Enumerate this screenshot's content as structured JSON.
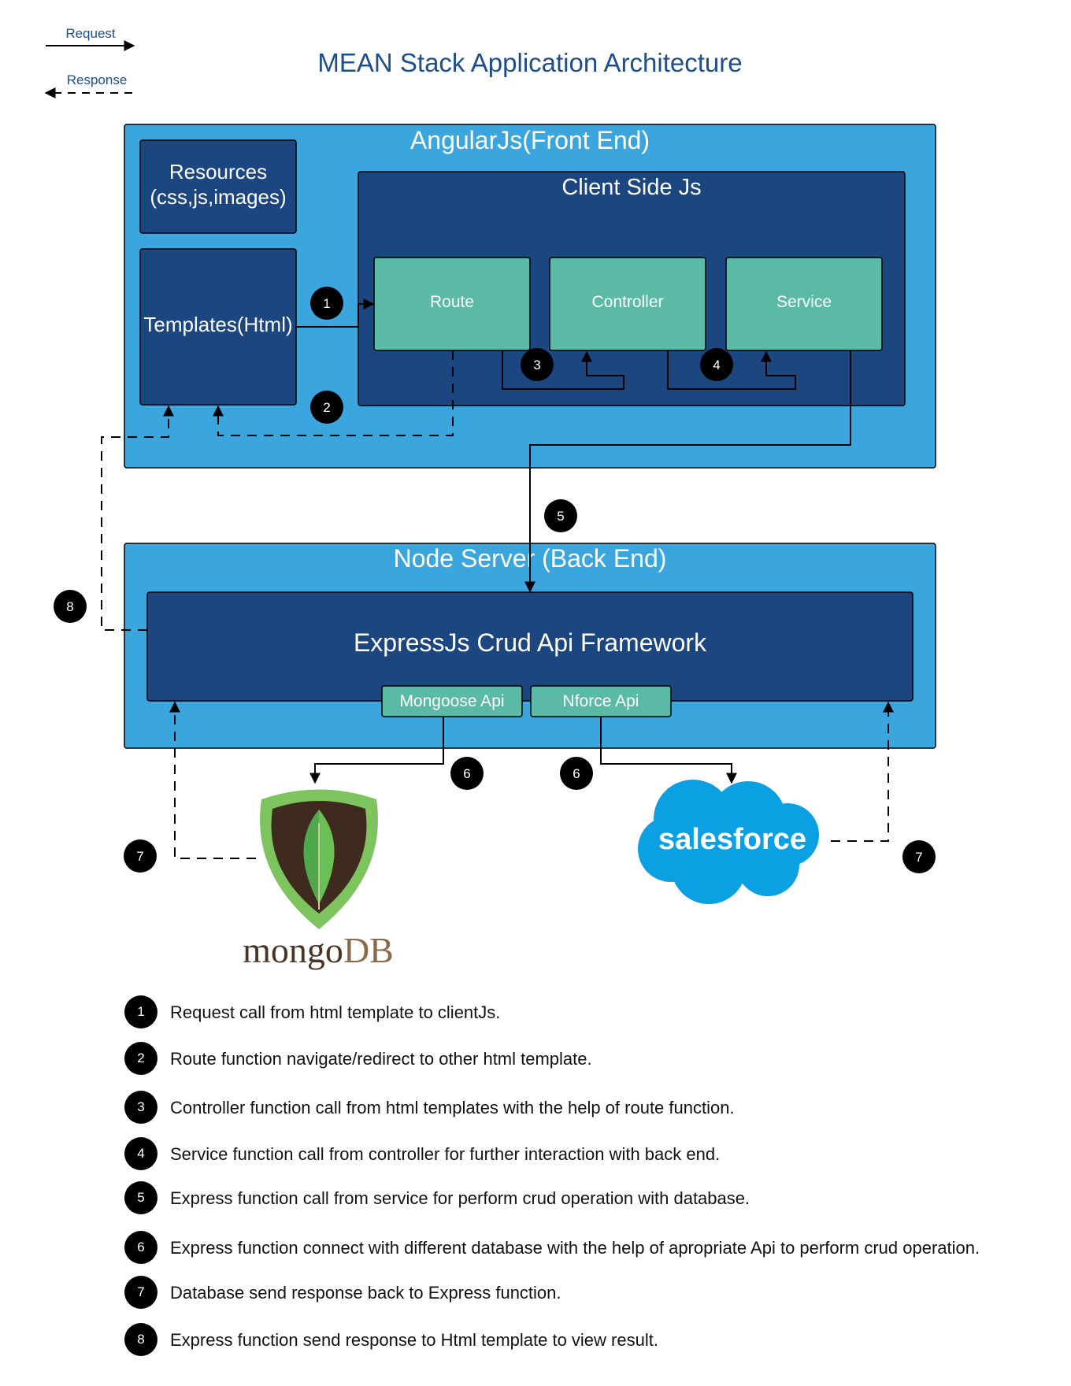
{
  "title": "MEAN Stack Application Architecture",
  "key": {
    "request": "Request",
    "response": "Response"
  },
  "frontend": {
    "title": "AngularJs(Front End)",
    "resources_line1": "Resources",
    "resources_line2": "(css,js,images)",
    "templates": "Templates(Html)",
    "client_title": "Client Side Js",
    "route": "Route",
    "controller": "Controller",
    "service": "Service"
  },
  "backend": {
    "title": "Node Server (Back End)",
    "express": "ExpressJs Crud Api Framework",
    "mongoose": "Mongoose Api",
    "nforce": "Nforce Api"
  },
  "logos": {
    "mongo_a": "mongo",
    "mongo_b": "DB",
    "salesforce": "salesforce"
  },
  "steps": {
    "s1": "1",
    "s2": "2",
    "s3": "3",
    "s4": "4",
    "s5": "5",
    "s6": "6",
    "s7": "7",
    "s8": "8"
  },
  "legend": [
    {
      "n": "1",
      "text": "Request call from html template to clientJs."
    },
    {
      "n": "2",
      "text": "Route function navigate/redirect to other html template."
    },
    {
      "n": "3",
      "text": "Controller function call from html templates with the help of route function."
    },
    {
      "n": "4",
      "text": "Service function call from controller for further interaction with back end."
    },
    {
      "n": "5",
      "text": "Express function call from service for perform crud operation with database."
    },
    {
      "n": "6",
      "text": "Express function connect with different database with the help of apropriate Api to perform crud operation."
    },
    {
      "n": "7",
      "text": "Database send response  back to Express function."
    },
    {
      "n": "8",
      "text": "Express function send response to Html template to view result."
    }
  ],
  "colors": {
    "outer_blue": "#3BA6DE",
    "dark_blue": "#1C4680",
    "teal": "#5BBAA6",
    "title_blue": "#1F4E8C",
    "mongo_green": "#7DC35E",
    "mongo_brown": "#3F2A1F",
    "salesforce_blue": "#0BA0E2"
  }
}
